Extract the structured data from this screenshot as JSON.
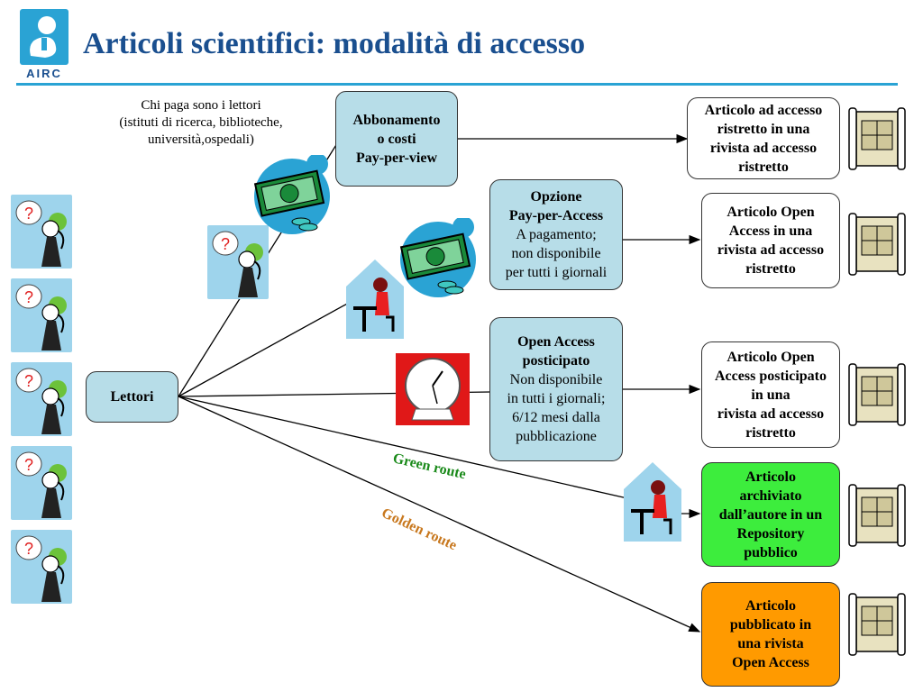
{
  "header": {
    "logo_text": "AIRC",
    "title": "Articoli scientifici: modalità di accesso"
  },
  "note": {
    "line1": "Chi paga sono i lettori",
    "line2": "(istituti di ricerca, biblioteche,",
    "line3": "università,ospedali)"
  },
  "readers": {
    "label": "Lettori"
  },
  "options": {
    "subscription": {
      "line1": "Abbonamento",
      "line2": "o costi",
      "line3": "Pay-per-view"
    },
    "pay_per_access": {
      "line1": "Opzione",
      "line2": "Pay-per-Access",
      "line3": "A pagamento;",
      "line4": "non disponibile",
      "line5": "per tutti i giornali"
    },
    "delayed_oa": {
      "line1": "Open Access",
      "line2": "posticipato",
      "line3": "Non disponibile",
      "line4": "in tutti i giornali;",
      "line5": "6/12 mesi dalla",
      "line6": "pubblicazione"
    }
  },
  "outcomes": {
    "restricted": {
      "line1": "Articolo ad accesso",
      "line2": "ristretto in una",
      "line3": "rivista ad accesso",
      "line4": "ristretto"
    },
    "open_in_restricted": {
      "line1": "Articolo Open",
      "line2": "Access in una",
      "line3": "rivista ad accesso",
      "line4": "ristretto"
    },
    "delayed": {
      "line1": "Articolo Open",
      "line2": "Access posticipato",
      "line3": "in una",
      "line4": "rivista ad accesso",
      "line5": "ristretto"
    },
    "repository": {
      "line1": "Articolo",
      "line2": "archiviato",
      "line3": "dall’autore in un",
      "line4": "Repository",
      "line5": "pubblico"
    },
    "oa_journal": {
      "line1": "Articolo",
      "line2": "pubblicato in",
      "line3": "una rivista",
      "line4": "Open Access"
    }
  },
  "routes": {
    "green": "Green route",
    "golden": "Golden route"
  },
  "question_mark": "?",
  "colors": {
    "title": "#1a4f8f",
    "box_blue": "#b7dde8",
    "repository_green": "#3ded3d",
    "oa_orange": "#ff9a00",
    "green_route_text": "#1a8a1a",
    "golden_route_text": "#c8781e",
    "clock_bg": "#e01818"
  }
}
